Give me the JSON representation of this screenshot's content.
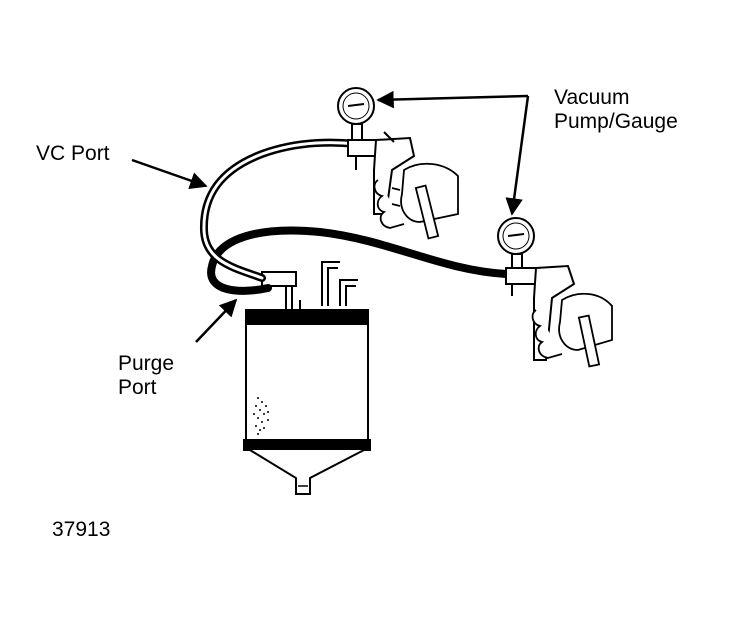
{
  "labels": {
    "vc_port": "VC Port",
    "vacuum_line1": "Vacuum",
    "vacuum_line2": "Pump/Gauge",
    "purge_line1": "Purge",
    "purge_line2": "Port",
    "figure_number": "37913"
  },
  "colors": {
    "ink": "#000000",
    "paper": "#ffffff",
    "hand_shade": "#d9d9d9"
  }
}
